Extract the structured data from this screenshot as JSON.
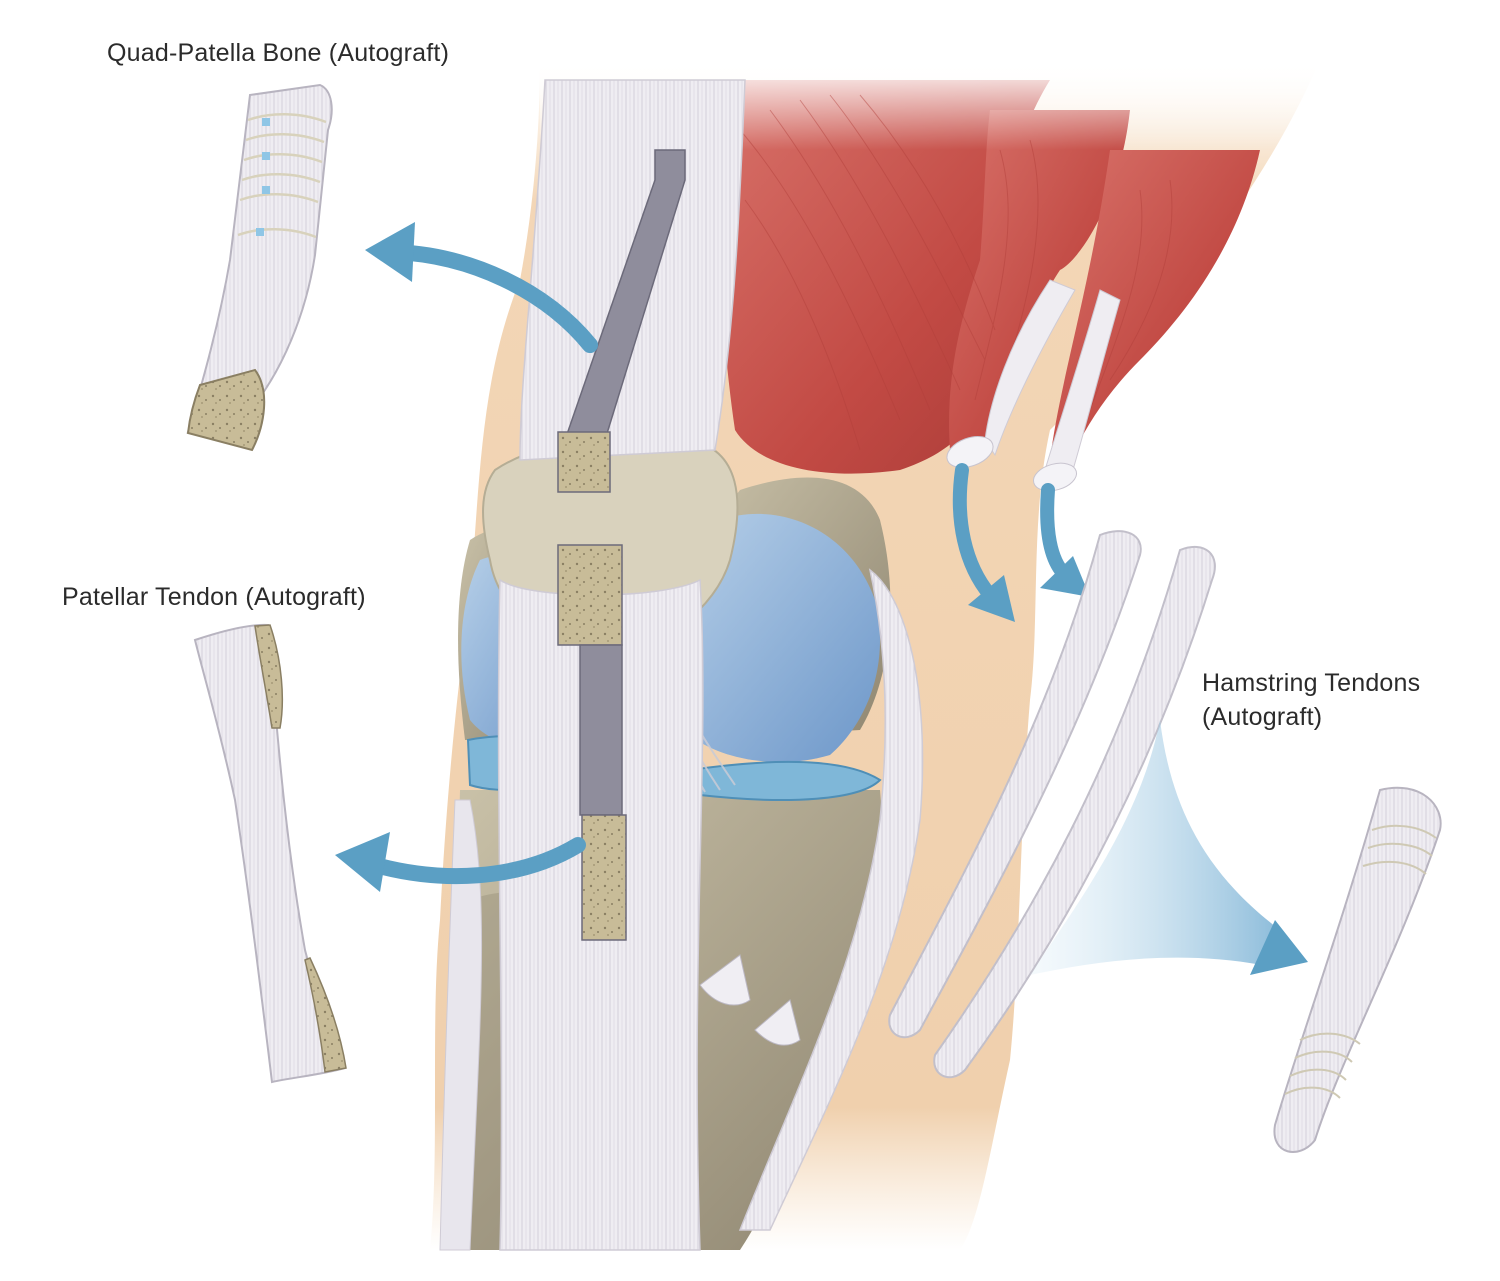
{
  "labels": {
    "quad_patella": "Quad-Patella Bone (Autograft)",
    "patellar_tendon": "Patellar Tendon (Autograft)",
    "hamstring_line1": "Hamstring Tendons",
    "hamstring_line2": "(Autograft)"
  },
  "colors": {
    "skin": "#f2d5b3",
    "muscle": "#c9514a",
    "tendon": "#ece9ee",
    "bone": "#b2a991",
    "cartilage": "#86acd6",
    "meniscus": "#7fb7d8",
    "arrow": "#5b9fc4",
    "graft_bone": "#c4b893"
  }
}
